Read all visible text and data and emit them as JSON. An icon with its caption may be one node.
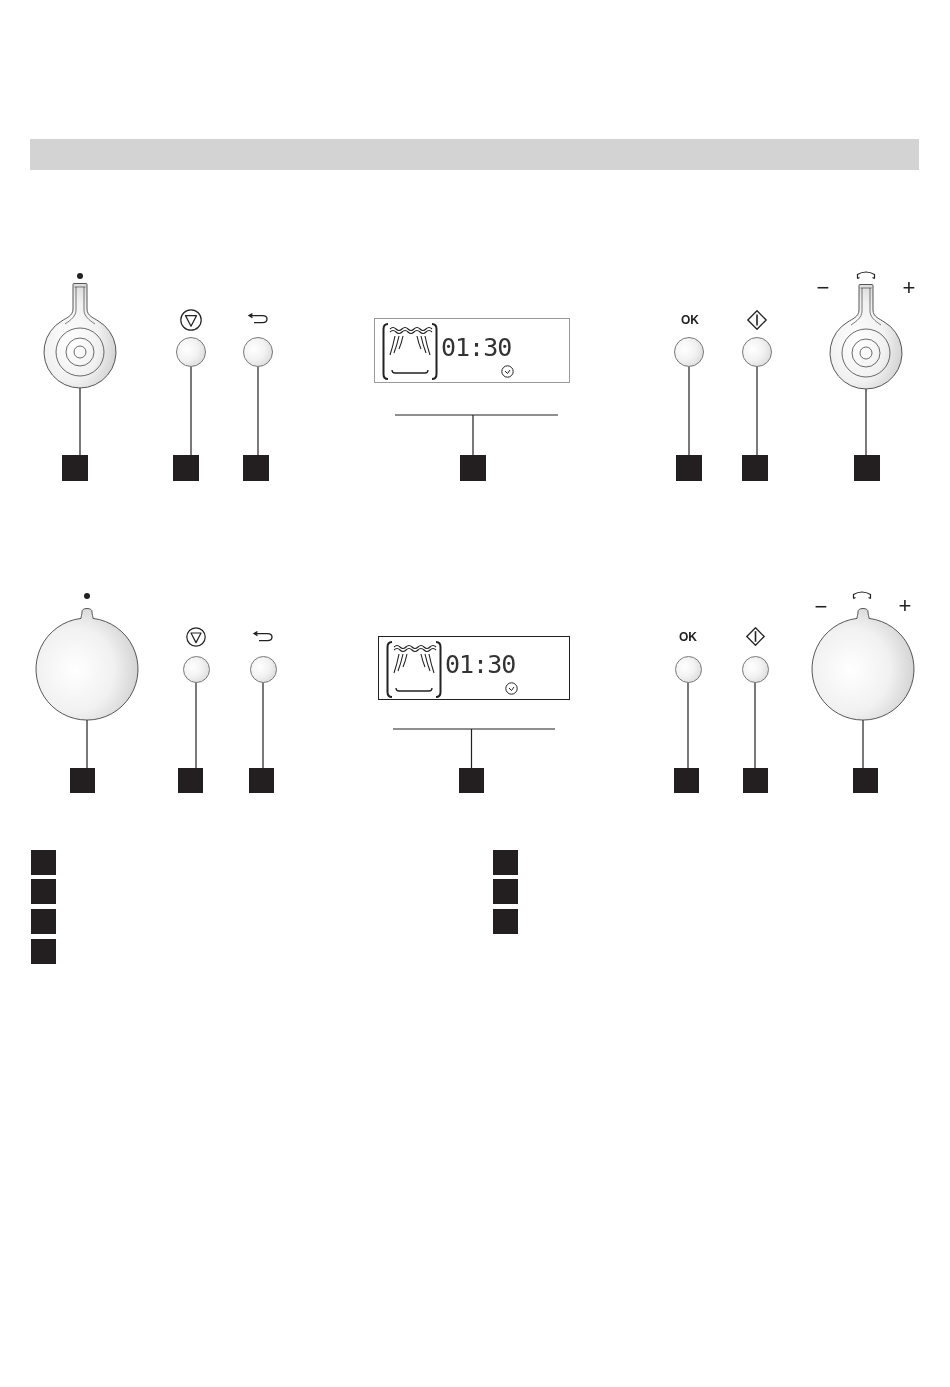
{
  "diagram": {
    "nodes": [
      {
        "text": [],
        "shape": "picture"
      },
      {
        "text": [],
        "shape": "circle"
      },
      {
        "text": [],
        "shape": "circle"
      },
      {
        "text": [
          "01:30"
        ]
      },
      {
        "text": [],
        "shape": "circle",
        "beside": [
          "OK"
        ]
      },
      {
        "text": [],
        "shape": "circle"
      },
      {
        "text": [],
        "shape": "picture",
        "beside": [
          "−",
          "+"
        ]
      },
      {
        "text": [],
        "shape": "box"
      },
      {
        "text": [],
        "shape": "box"
      },
      {
        "text": [],
        "shape": "box"
      },
      {
        "text": [],
        "shape": "box"
      },
      {
        "text": [],
        "shape": "box"
      },
      {
        "text": [],
        "shape": "box"
      },
      {
        "text": [],
        "shape": "box"
      },
      {
        "text": [],
        "shape": "picture"
      },
      {
        "text": [],
        "shape": "circle"
      },
      {
        "text": [],
        "shape": "circle"
      },
      {
        "text": [
          "01:30"
        ]
      },
      {
        "text": [],
        "shape": "circle",
        "beside": [
          "OK"
        ]
      },
      {
        "text": [],
        "shape": "circle"
      },
      {
        "text": [],
        "shape": "picture",
        "beside": [
          "−",
          "+"
        ]
      },
      {
        "text": [],
        "shape": "box"
      },
      {
        "text": [],
        "shape": "box"
      },
      {
        "text": [],
        "shape": "box"
      },
      {
        "text": [],
        "shape": "box"
      },
      {
        "text": [],
        "shape": "box"
      },
      {
        "text": [],
        "shape": "box"
      },
      {
        "text": [],
        "shape": "box"
      },
      {
        "text": [],
        "shape": "box"
      },
      {
        "text": [],
        "shape": "box"
      },
      {
        "text": [],
        "shape": "box"
      },
      {
        "text": [],
        "shape": "box"
      },
      {
        "text": [],
        "shape": "box"
      },
      {
        "text": [],
        "shape": "box"
      },
      {
        "text": [],
        "shape": "box"
      }
    ],
    "edges": [
      {
        "from": 7,
        "to": 0,
        "arrow": "none"
      },
      {
        "from": 8,
        "to": 1,
        "arrow": "none"
      },
      {
        "from": 9,
        "to": 2,
        "arrow": "none"
      },
      {
        "from": 10,
        "to": 3,
        "arrow": "none"
      },
      {
        "from": 11,
        "to": 4,
        "arrow": "none"
      },
      {
        "from": 12,
        "to": 5,
        "arrow": "none"
      },
      {
        "from": 13,
        "to": 6,
        "arrow": "none"
      },
      {
        "from": 21,
        "to": 14,
        "arrow": "none"
      },
      {
        "from": 22,
        "to": 15,
        "arrow": "none"
      },
      {
        "from": 23,
        "to": 16,
        "arrow": "none"
      },
      {
        "from": 24,
        "to": 17,
        "arrow": "none"
      },
      {
        "from": 25,
        "to": 18,
        "arrow": "none"
      },
      {
        "from": 26,
        "to": 19,
        "arrow": "none"
      },
      {
        "from": 27,
        "to": 20,
        "arrow": "none"
      }
    ]
  }
}
